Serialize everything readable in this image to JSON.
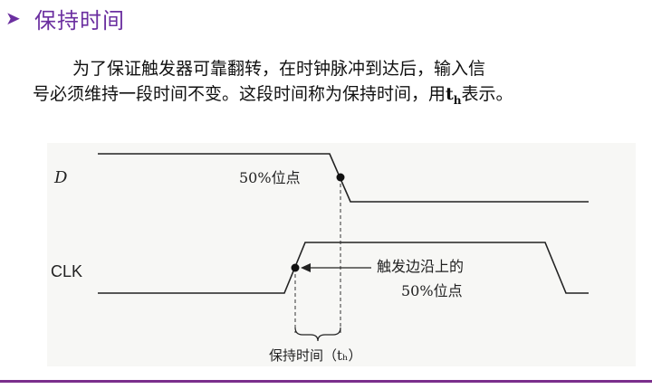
{
  "heading": {
    "bullet_icon": "arrowhead-bullet-icon",
    "title": "保持时间"
  },
  "paragraph": {
    "line1": "为了保证触发器可靠翻转，在时钟脉冲到达后，输入信",
    "line2_prefix": "号必须维持一段时间不变。这段时间称为保持时间，用",
    "symbol_main": "t",
    "symbol_sub": "h",
    "line2_suffix": "表示。"
  },
  "figure": {
    "label_d": "D",
    "label_clk": "CLK",
    "label_d_point": "50%位点",
    "label_clk_point_line1": "触发边沿上的",
    "label_clk_point_line2": "50%位点",
    "caption": "保持时间（tₕ）"
  },
  "colors": {
    "accent": "#6b2fa0",
    "bottom_rule": "#7a2e8c"
  }
}
